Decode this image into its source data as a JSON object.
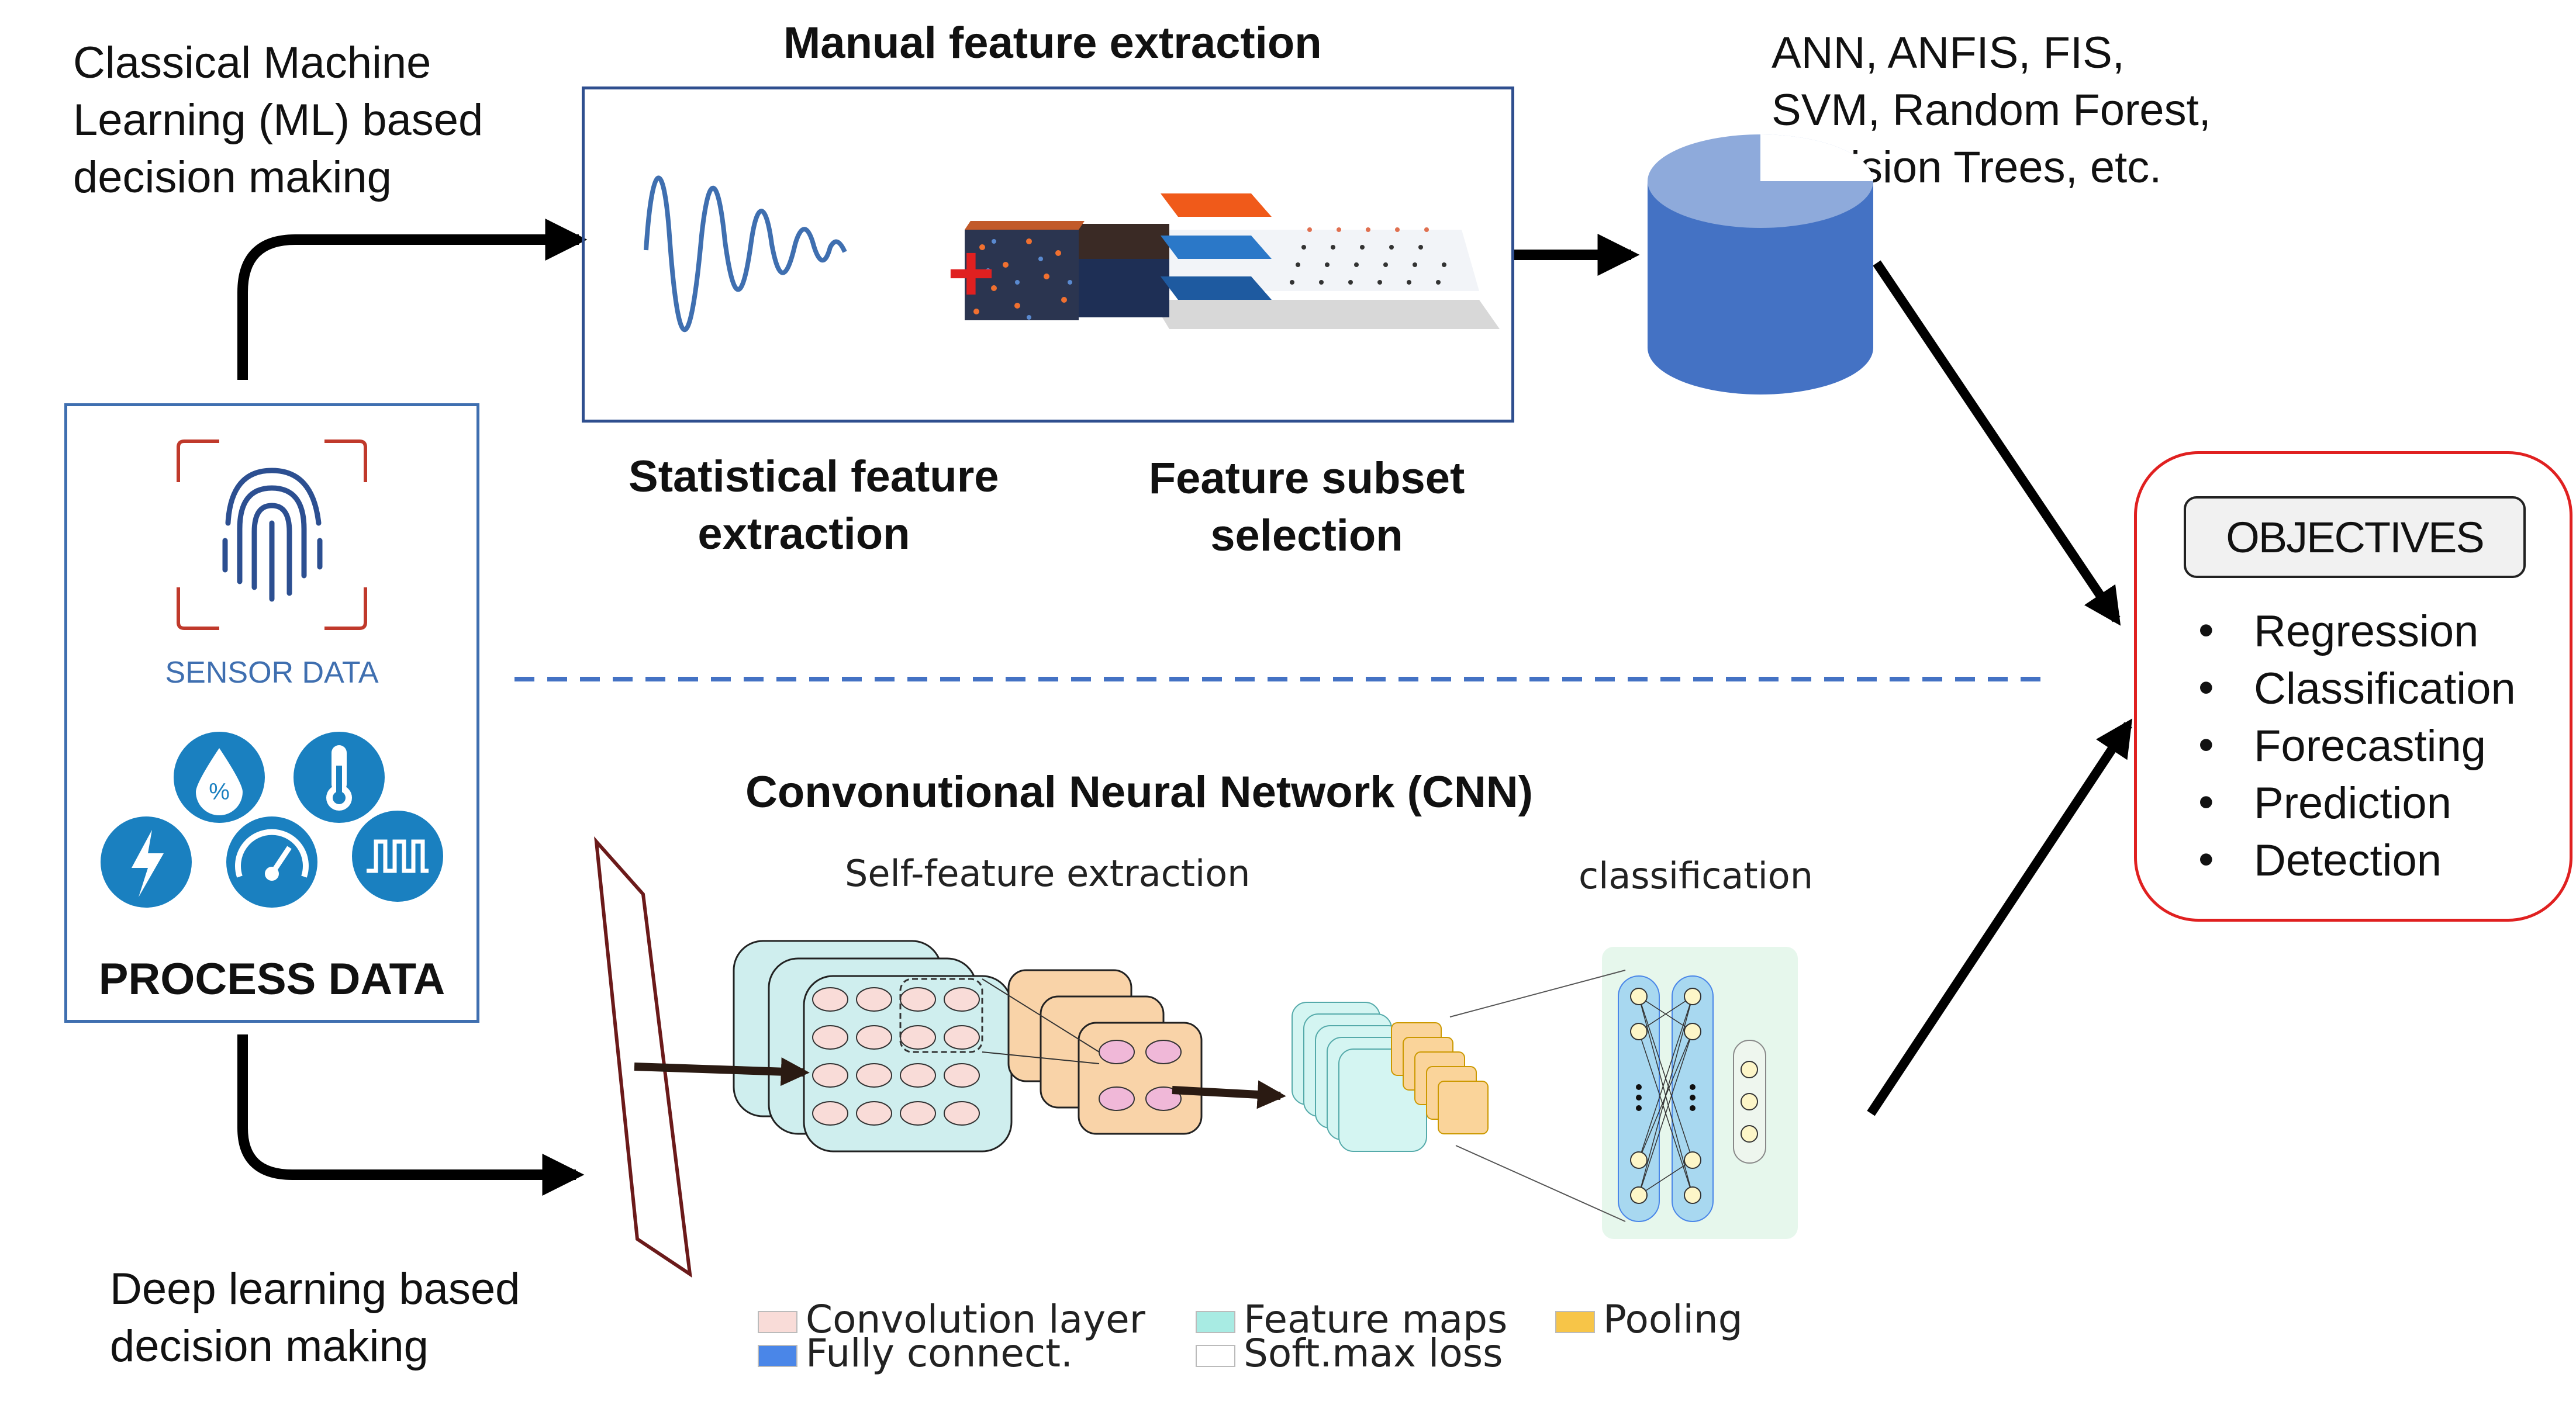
{
  "top_left": {
    "heading_lines": [
      "Classical Machine",
      "Learning (ML) based",
      "decision making"
    ]
  },
  "manual": {
    "title": "Manual feature extraction",
    "statistical_lines": [
      "Statistical feature",
      "extraction"
    ],
    "subset_lines": [
      "Feature subset",
      "selection"
    ],
    "plus": "+"
  },
  "models": {
    "lines": [
      "ANN, ANFIS, FIS,",
      "SVM, Random Forest,",
      "Decision Trees, etc."
    ]
  },
  "left_panel": {
    "sensor_label": "SENSOR DATA",
    "process_label": "PROCESS DATA",
    "percent_glyph": "%"
  },
  "deep": {
    "heading_lines": [
      "Deep learning based",
      "decision making"
    ],
    "cnn_title": "Convonutional Neural Network (CNN)",
    "self_feature": "Self-feature extraction",
    "classification": "classification"
  },
  "legend": [
    {
      "label": "Convolution layer",
      "color": "#f9dcd8"
    },
    {
      "label": "Feature maps",
      "color": "#a8ebe3"
    },
    {
      "label": "Pooling",
      "color": "#f7c548"
    },
    {
      "label": "Fully connect.",
      "color": "#4a86e8"
    },
    {
      "label": "Soft.max loss",
      "color": "#ffffff"
    }
  ],
  "objectives": {
    "title": "OBJECTIVES",
    "items": [
      "Regression",
      "Classification",
      "Forecasting",
      "Prediction",
      "Detection"
    ]
  },
  "colors": {
    "accent_blue": "#4472c4",
    "objectives_border": "#e02020",
    "plus": "#e02020",
    "icon_blue": "#1a80c0"
  }
}
